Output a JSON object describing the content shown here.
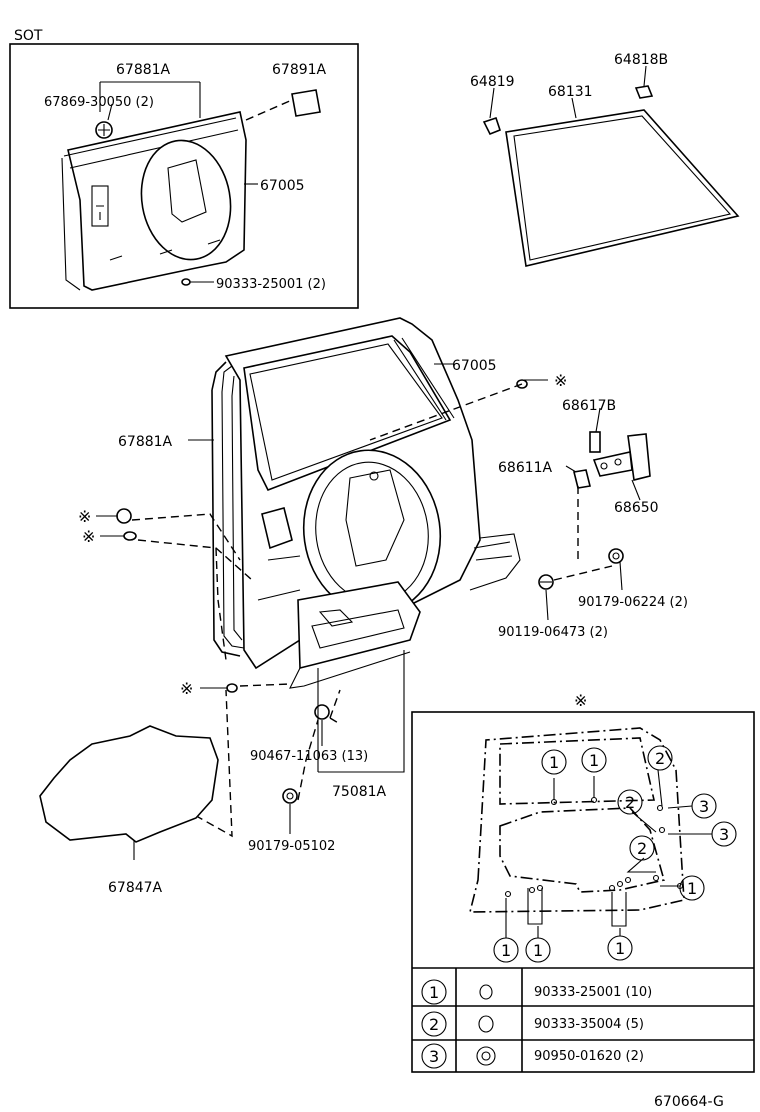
{
  "inset_tag": "SOT",
  "labels": {
    "p67881A_top": "67881A",
    "p67891A": "67891A",
    "p67869": "67869-30050 (2)",
    "p67005_top": "67005",
    "p90333_top": "90333-25001 (2)",
    "p64819": "64819",
    "p68131": "68131",
    "p64818B": "64818B",
    "p67005_main": "67005",
    "p67881A_main": "67881A",
    "p68617B": "68617B",
    "p68611A": "68611A",
    "p68650": "68650",
    "p90179_06224": "90179-06224 (2)",
    "p90119": "90119-06473 (2)",
    "p90467": "90467-11063 (13)",
    "p75081A": "75081A",
    "p90179_05102": "90179-05102",
    "p67847A": "67847A",
    "ref_mark": "※",
    "diagram_code": "670664-G"
  },
  "callouts": [
    "1",
    "2",
    "3"
  ],
  "legend": [
    {
      "num": "1",
      "part": "90333-25001 (10)"
    },
    {
      "num": "2",
      "part": "90333-35004 (5)"
    },
    {
      "num": "3",
      "part": "90950-01620 (2)"
    }
  ]
}
